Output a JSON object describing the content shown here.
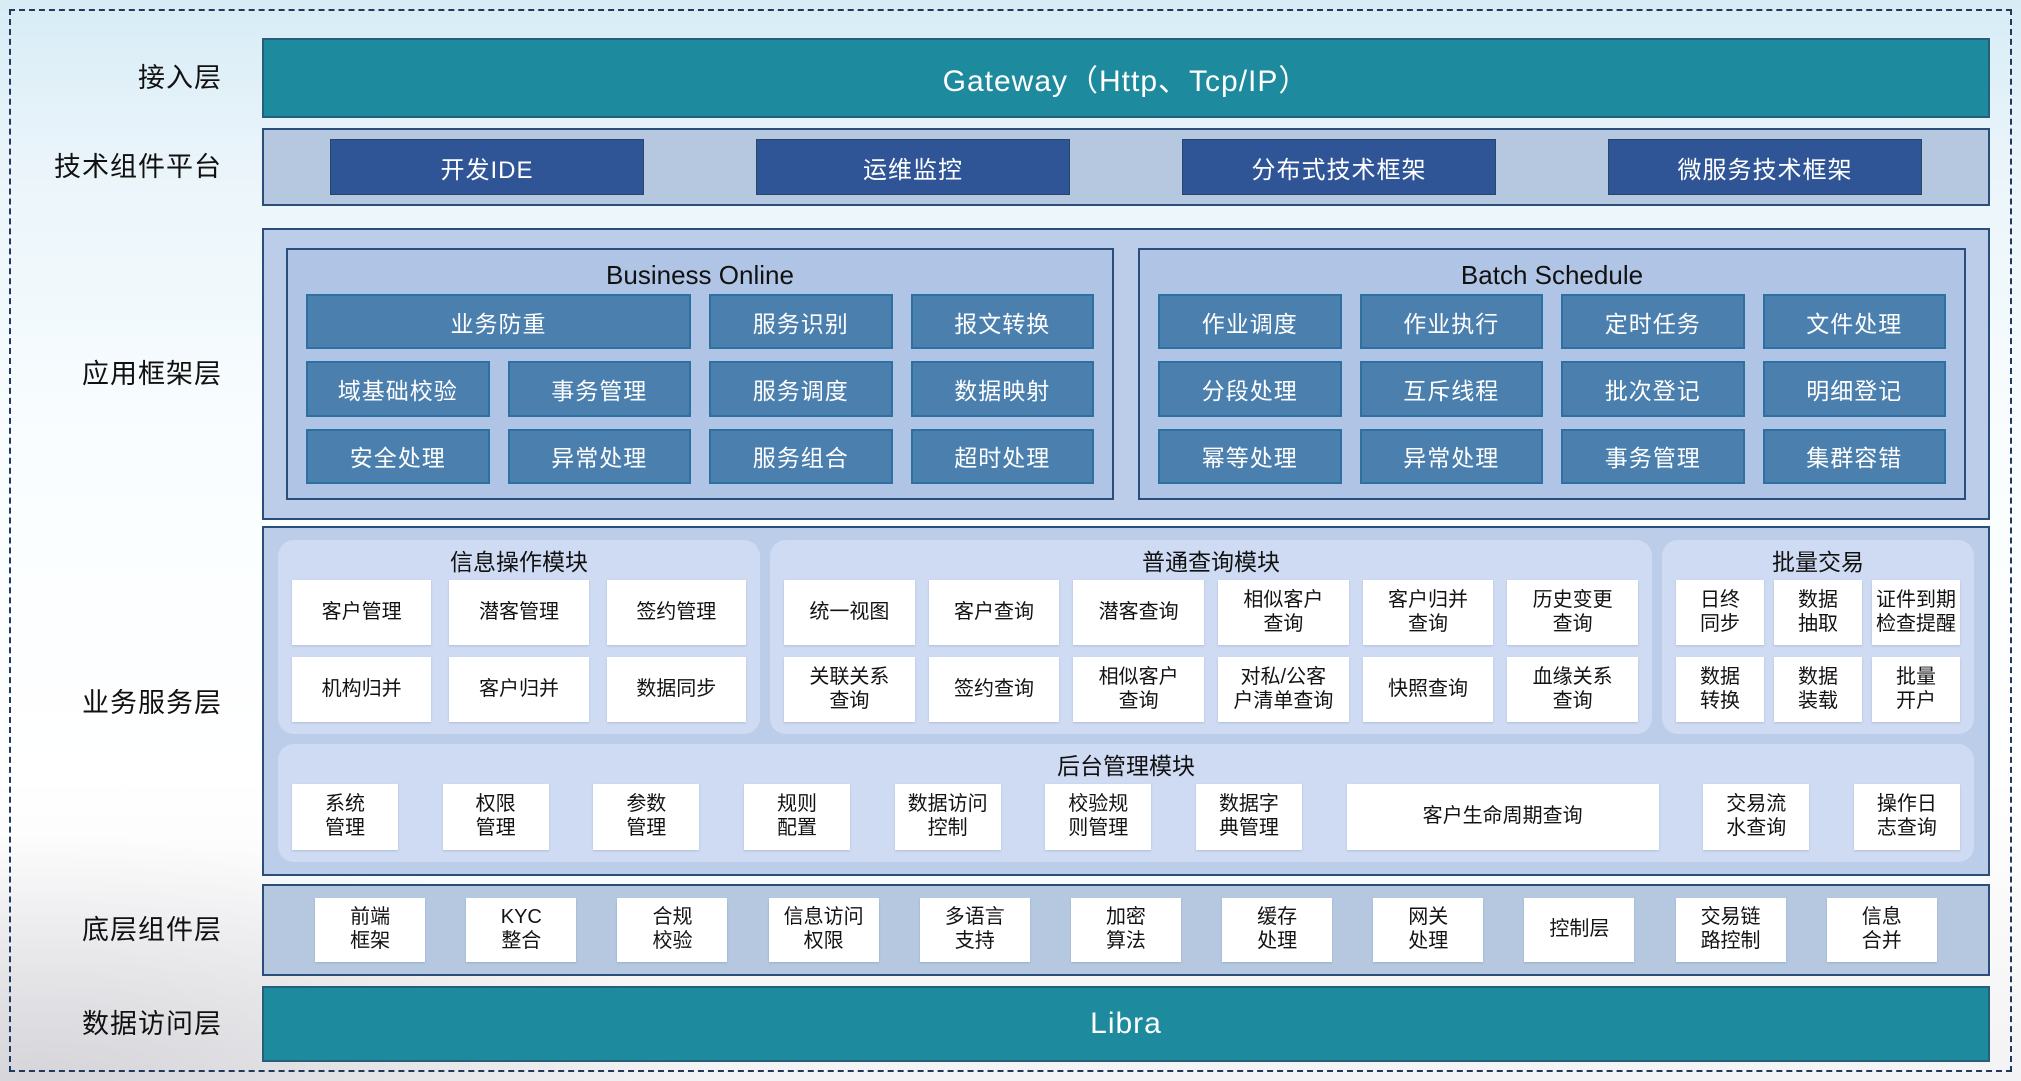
{
  "colors": {
    "teal_bar": "#1d8a9e",
    "dark_blue_button": "#2f5597",
    "steel_blue_button": "#4b7fae",
    "band_fill": "#b5c8e0",
    "container_fill": "#bccde9",
    "module_fill": "#cfdbf2",
    "navy_border": "#2b4d79"
  },
  "access_layer": {
    "label": "接入层",
    "bar": "Gateway（Http、Tcp/IP）"
  },
  "tech_platform": {
    "label": "技术组件平台",
    "items": [
      "开发IDE",
      "运维监控",
      "分布式技术框架",
      "微服务技术框架"
    ]
  },
  "app_framework": {
    "label": "应用框架层",
    "business_online": {
      "title": "Business Online",
      "rows": [
        [
          "业务防重",
          "服务识别",
          "报文转换"
        ],
        [
          "域基础校验",
          "事务管理",
          "服务调度",
          "数据映射"
        ],
        [
          "安全处理",
          "异常处理",
          "服务组合",
          "超时处理"
        ]
      ]
    },
    "batch_schedule": {
      "title": "Batch Schedule",
      "rows": [
        [
          "作业调度",
          "作业执行",
          "定时任务",
          "文件处理"
        ],
        [
          "分段处理",
          "互斥线程",
          "批次登记",
          "明细登记"
        ],
        [
          "幂等处理",
          "异常处理",
          "事务管理",
          "集群容错"
        ]
      ]
    }
  },
  "business_service": {
    "label": "业务服务层",
    "info_module": {
      "title": "信息操作模块",
      "rows": [
        [
          "客户管理",
          "潜客管理",
          "签约管理"
        ],
        [
          "机构归并",
          "客户归并",
          "数据同步"
        ]
      ]
    },
    "query_module": {
      "title": "普通查询模块",
      "rows": [
        [
          "统一视图",
          "客户查询",
          "潜客查询",
          "相似客户\n查询",
          "客户归并\n查询",
          "历史变更\n查询"
        ],
        [
          "关联关系\n查询",
          "签约查询",
          "相似客户\n查询",
          "对私/公客\n户清单查询",
          "快照查询",
          "血缘关系\n查询"
        ]
      ]
    },
    "batch_module": {
      "title": "批量交易",
      "rows": [
        [
          "日终\n同步",
          "数据\n抽取",
          "证件到期\n检查提醒"
        ],
        [
          "数据\n转换",
          "数据\n装载",
          "批量\n开户"
        ]
      ]
    },
    "admin_module": {
      "title": "后台管理模块",
      "items": [
        "系统\n管理",
        "权限\n管理",
        "参数\n管理",
        "规则\n配置",
        "数据访问\n控制",
        "校验规\n则管理",
        "数据字\n典管理",
        "客户生命周期查询",
        "交易流\n水查询",
        "操作日\n志查询"
      ]
    }
  },
  "base_components": {
    "label": "底层组件层",
    "items": [
      "前端\n框架",
      "KYC\n整合",
      "合规\n校验",
      "信息访问\n权限",
      "多语言\n支持",
      "加密\n算法",
      "缓存\n处理",
      "网关\n处理",
      "控制层",
      "交易链\n路控制",
      "信息\n合并"
    ]
  },
  "data_access": {
    "label": "数据访问层",
    "bar": "Libra"
  }
}
